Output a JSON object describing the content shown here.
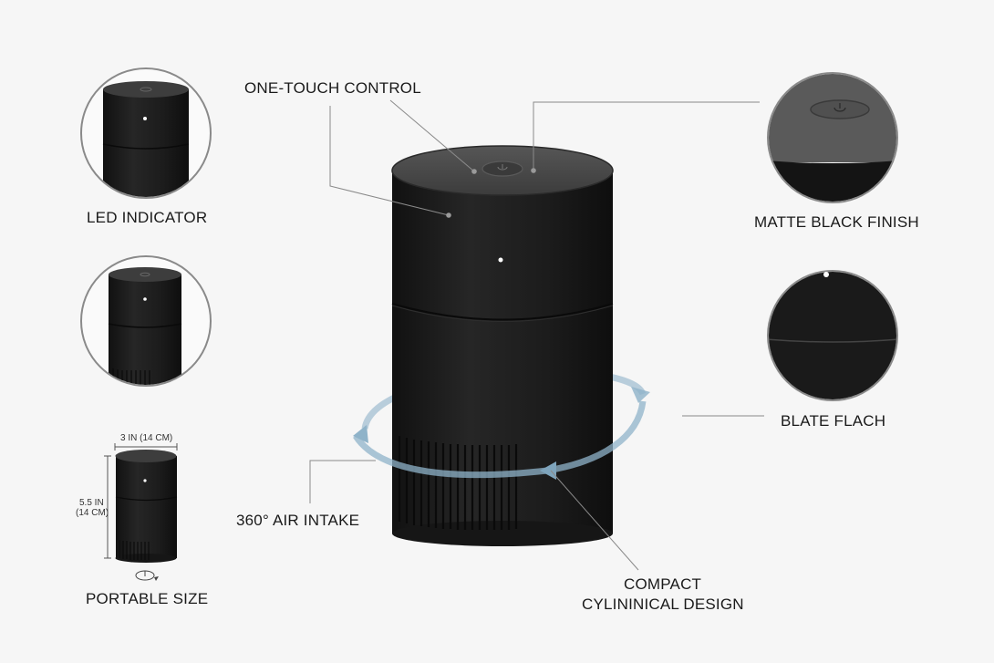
{
  "labels": {
    "one_touch": "ONE-TOUCH CONTROL",
    "led": "LED INDICATOR",
    "matte": "MATTE BLACK FINISH",
    "blate": "BLATE FLACH",
    "air_intake": "360° AIR INTAKE",
    "compact_line1": "COMPACT",
    "compact_line2": "CYLININICAL DESIGN",
    "portable": "PORTABLE SIZE"
  },
  "dimensions": {
    "width": "3 IN (14 CM)",
    "height_line1": "5.5 IN",
    "height_line2": "(14 CM)"
  },
  "colors": {
    "background": "#f6f6f6",
    "device_body": "#1b1b1b",
    "device_top": "#4a4a4a",
    "ring_gray": "#8a8a8a",
    "airflow": "#8fb3c9"
  },
  "icons": [
    "power-icon",
    "airflow-arrow-icon",
    "rotation-icon"
  ]
}
